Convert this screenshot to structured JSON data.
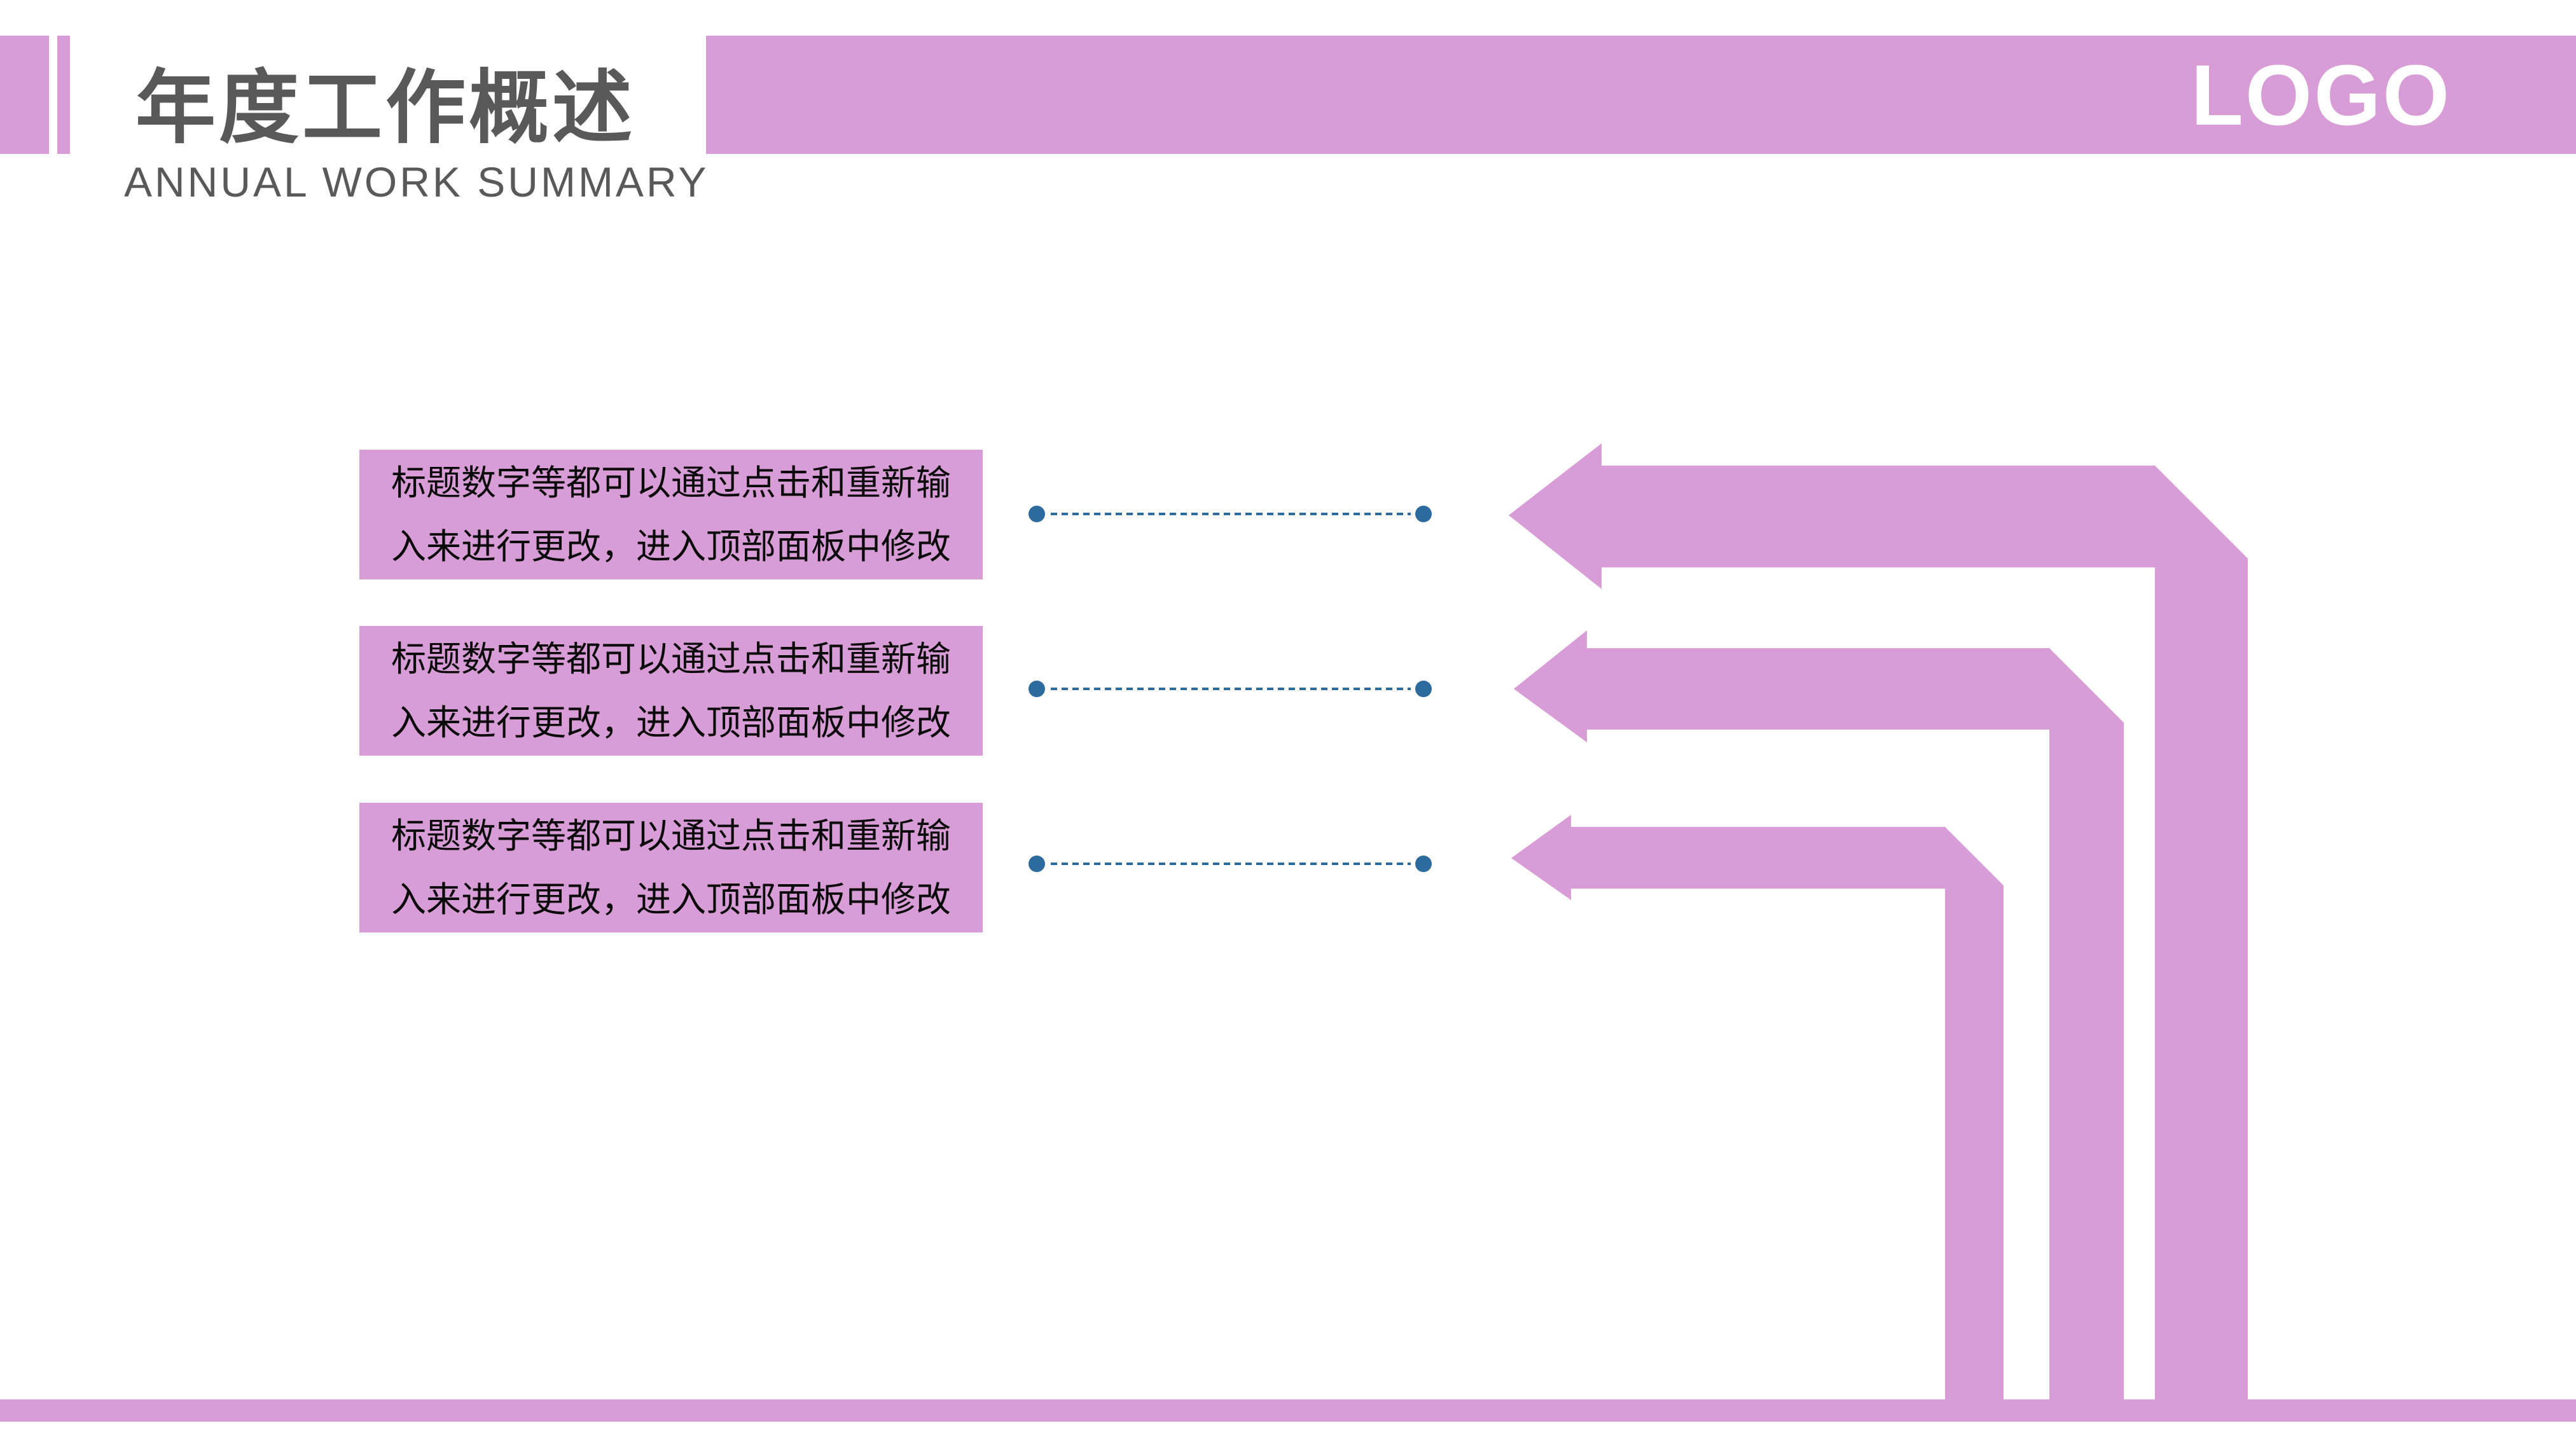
{
  "theme": {
    "pink": "#d89cd6",
    "title-gray": "#595959",
    "text-black": "#0a0a0a",
    "blue": "#2d6b9e",
    "bg": "#ffffff"
  },
  "header": {
    "title": "年度工作概述",
    "subtitle": "ANNUAL WORK SUMMARY",
    "logo": "LOGO"
  },
  "boxes": [
    {
      "line1": "标题数字等都可以通过点击和重新输",
      "line2": "入来进行更改，进入顶部面板中修改"
    },
    {
      "line1": "标题数字等都可以通过点击和重新输",
      "line2": "入来进行更改，进入顶部面板中修改"
    },
    {
      "line1": "标题数字等都可以通过点击和重新输",
      "line2": "入来进行更改，进入顶部面板中修改"
    }
  ]
}
